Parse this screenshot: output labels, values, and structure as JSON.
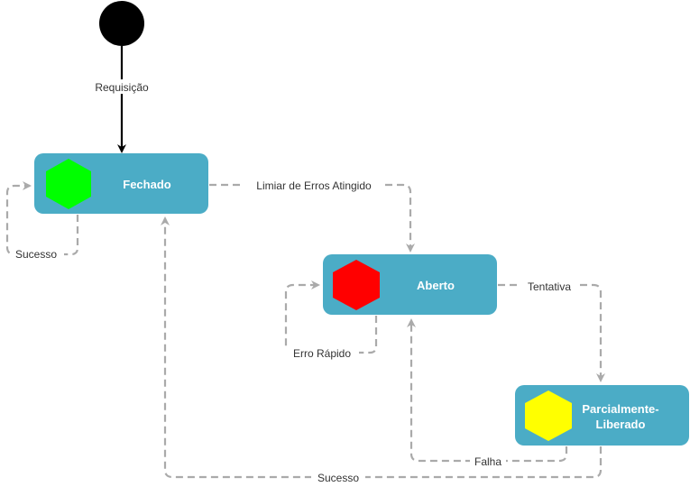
{
  "colors": {
    "state_fill": "#4bacc6",
    "closed_indicator": "#00ff00",
    "open_indicator": "#ff0000",
    "half_open_indicator": "#ffff00",
    "start_node": "#000000",
    "transition_line": "#aaaaaa"
  },
  "states": {
    "closed": {
      "label": "Fechado",
      "indicator_icon": "hexagon-icon"
    },
    "open": {
      "label": "Aberto",
      "indicator_icon": "hexagon-icon"
    },
    "half_open": {
      "label_line1": "Parcialmente-",
      "label_line2": "Liberado",
      "indicator_icon": "hexagon-icon"
    }
  },
  "transitions": {
    "start_to_closed": "Requisição",
    "closed_self": "Sucesso",
    "closed_to_open": "Limiar de Erros Atingido",
    "open_self": "Erro Rápido",
    "open_to_half_open": "Tentativa",
    "half_open_to_open": "Falha",
    "half_open_to_closed": "Sucesso"
  }
}
